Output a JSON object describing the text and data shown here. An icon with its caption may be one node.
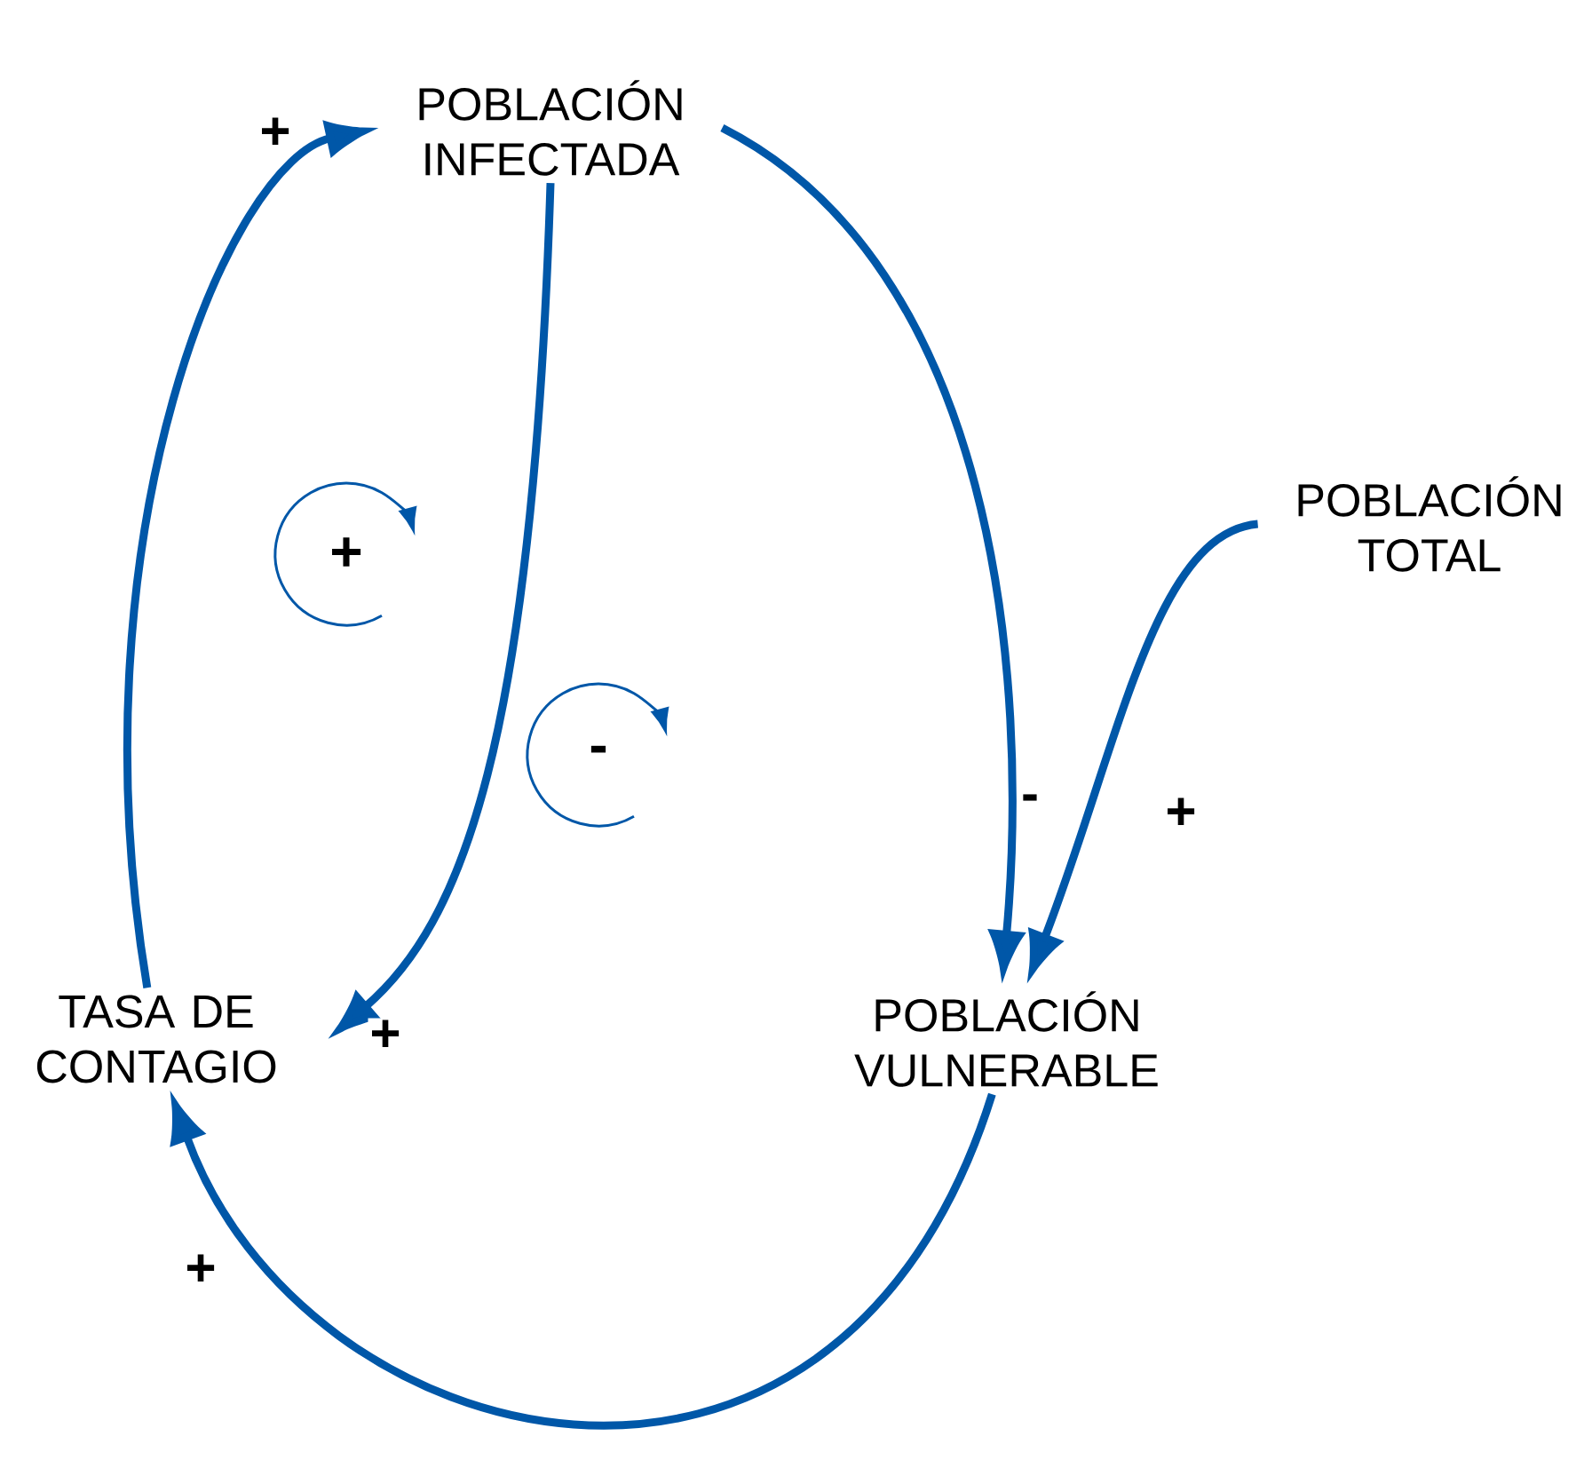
{
  "diagram": {
    "nodes": [
      {
        "text": [
          "POBLACIÓN INFECTADA"
        ]
      },
      {
        "text": [
          "POBLACIÓN TOTAL"
        ]
      },
      {
        "text": [
          "TASA DE CONTAGIO"
        ]
      },
      {
        "text": [
          "POBLACIÓN VULNERABLE"
        ]
      }
    ],
    "edges": [
      {
        "from": 2,
        "to": 0,
        "arrow": "to",
        "label": "+"
      },
      {
        "from": 0,
        "to": 2,
        "arrow": "to",
        "label": "+"
      },
      {
        "from": 0,
        "to": 3,
        "arrow": "to",
        "label": "-"
      },
      {
        "from": 1,
        "to": 3,
        "arrow": "to",
        "label": "+"
      },
      {
        "from": 3,
        "to": 2,
        "arrow": "to",
        "label": "+"
      }
    ],
    "labels": [
      "+",
      "-"
    ]
  }
}
